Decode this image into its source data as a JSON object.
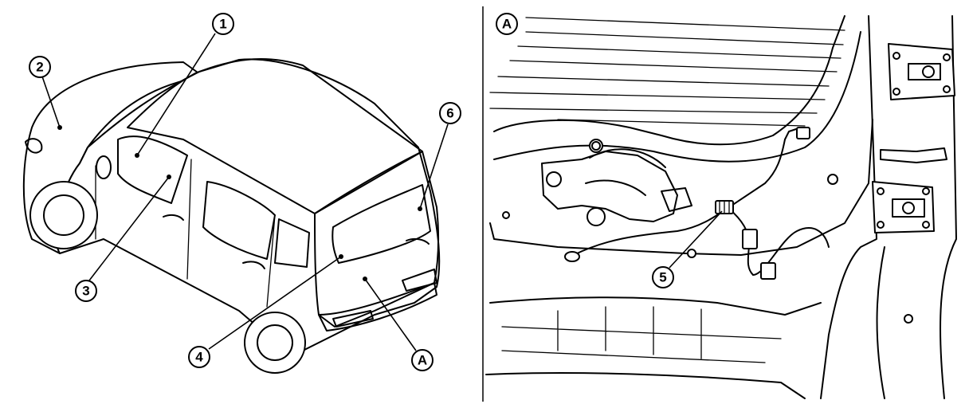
{
  "left_view": {
    "callouts": [
      {
        "id": "1",
        "label": "1"
      },
      {
        "id": "2",
        "label": "2"
      },
      {
        "id": "3",
        "label": "3"
      },
      {
        "id": "4",
        "label": "4"
      },
      {
        "id": "6",
        "label": "6"
      },
      {
        "id": "A",
        "label": "A"
      }
    ]
  },
  "right_view": {
    "view_label": "A",
    "callouts": [
      {
        "id": "5",
        "label": "5"
      }
    ]
  }
}
